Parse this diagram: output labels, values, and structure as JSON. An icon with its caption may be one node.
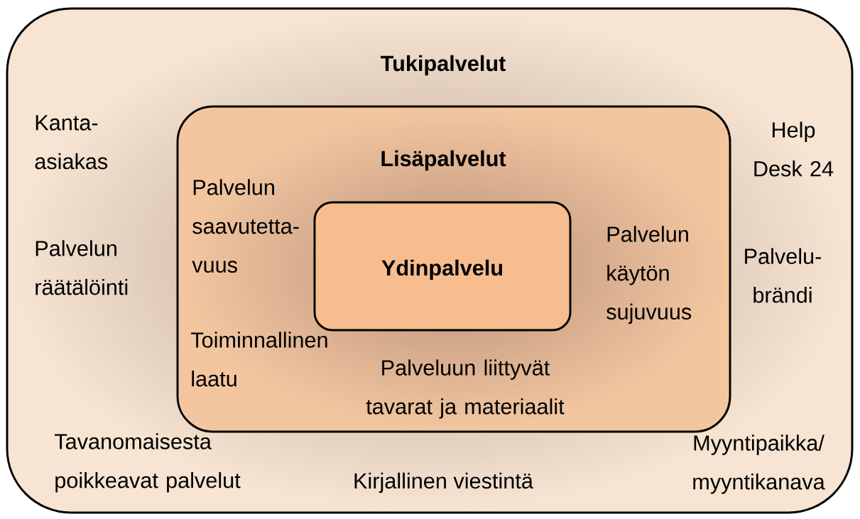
{
  "diagram": {
    "nodes": [
      {
        "text": [
          "Tukipalvelut",
          "Kanta- asiakas",
          "Palvelun räätälöinti",
          "Tavanomaisesta poikkeavat palvelut",
          "Kirjallinen viestintä",
          "Help Desk 24",
          "Palvelu- brändi",
          "Myyntipaikka/ myyntikanava"
        ]
      },
      {
        "text": [
          "Lisäpalvelut",
          "Palvelun saavutetta- vuus",
          "Toiminnallinen laatu",
          "Palveluun liittyvät tavarat ja materiaalit",
          "Palvelun käytön sujuvuus"
        ],
        "in": 0
      },
      {
        "text": [
          "Ydinpalvelu"
        ],
        "in": 1
      }
    ]
  }
}
